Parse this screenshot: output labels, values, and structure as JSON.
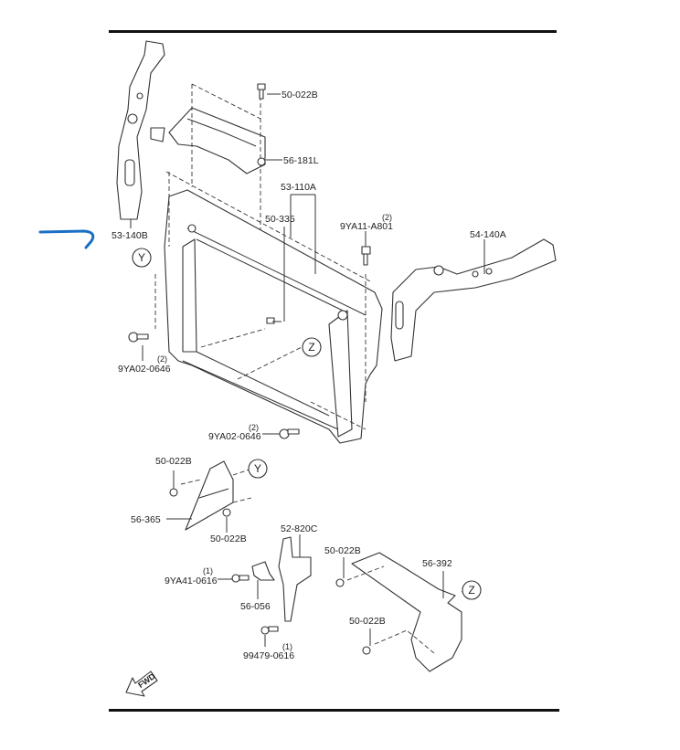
{
  "diagram": {
    "labels": {
      "bolt_top": "50-022B",
      "duct": "56-181L",
      "radiator_support": "53-110A",
      "nut_clip": "50-335",
      "bolt_right": "9YA11-A801",
      "bolt_right_qty": "(2)",
      "member_right": "54-140A",
      "member_left": "53-140B",
      "bolt_left": "9YA02-0646",
      "bolt_left_qty": "(2)",
      "bolt_bottom": "9YA02-0646",
      "bolt_bottom_qty": "(2)",
      "deflector_clip_top": "50-022B",
      "deflector_left": "56-365",
      "deflector_clip_bottom": "50-022B",
      "bracket": "52-820C",
      "deflector_right_clip_top": "50-022B",
      "deflector_right": "56-392",
      "bolt_bracket": "9YA41-0616",
      "bolt_bracket_qty": "(1)",
      "small_bracket": "56-056",
      "deflector_right_clip_bottom": "50-022B",
      "bolt_lower": "99479-0616",
      "bolt_lower_qty": "(1)"
    },
    "reference_marks": {
      "y1": "Y",
      "z1": "Z",
      "y2": "Y",
      "z2": "Z"
    },
    "fwd_arrow": "FWD",
    "colors": {
      "annotation_arrow": "#1a6fc4",
      "line": "#333333",
      "rule": "#111111"
    }
  }
}
